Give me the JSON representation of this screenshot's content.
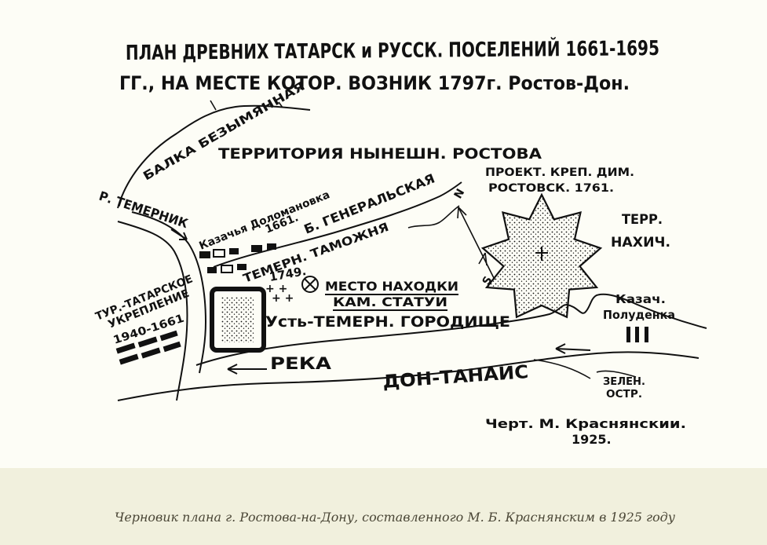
{
  "title": {
    "line1": "ПЛАН ДРЕВНИХ ТАТАРСК и РУССК. ПОСЕЛЕНИЙ 1661-1695",
    "line2": "ГГ., НА МЕСТЕ КОТОР. ВОЗНИК 1797г. Ростов-Дон."
  },
  "labels": {
    "balka": "БАЛКА БЕЗЫМЯННАЯ",
    "territory_rostov": "ТЕРРИТОРИЯ НЫНЕШН. РОСТОВА",
    "temernik": "Р. ТЕМЕРНИК",
    "kazachya": "Казачья Доломановка",
    "kazachya_year": "1661.",
    "generalskaya": "Б. ГЕНЕРАЛЬСКАЯ",
    "temern_tamozh": "ТЕМЕРН. ТАМОЖНЯ",
    "tamozh_year": "1749.",
    "mesto1": "МЕСТО НАХОДКИ",
    "mesto2": "КАМ. СТАТУИ",
    "gorodishche": "Усть-ТЕМЕРН. ГОРОДИЩЕ",
    "tur_tatar1": "ТУР.-ТАТАРСКОЕ",
    "tur_tatar2": "УКРЕПЛЕНИЕ",
    "tur_tatar3": "1940-1661",
    "reka": "РЕКА",
    "don": "ДОН-ТАНАИС",
    "fortress1": "ПРОЕКТ. КРЕП. ДИМ.",
    "fortress2": "РОСТОВСК. 1761.",
    "north": "N",
    "south": "S",
    "nakhich1": "ТЕРР.",
    "nakhich2": "НАХИЧ.",
    "kazach1": "Казач.",
    "kazach2": "Полуденка",
    "zelen1": "ЗЕЛЕН.",
    "zelen2": "ОСТР.",
    "author1": "Черт. М. Краснянскии.",
    "author2": "1925."
  },
  "caption": "Черновик плана г. Ростова-на-Дону, составленного М. Б. Краснянским в 1925 году",
  "colors": {
    "ink": "#111111",
    "paper": "#fdfdf6",
    "band": "#f1f0dd",
    "caption": "#4a4636"
  }
}
